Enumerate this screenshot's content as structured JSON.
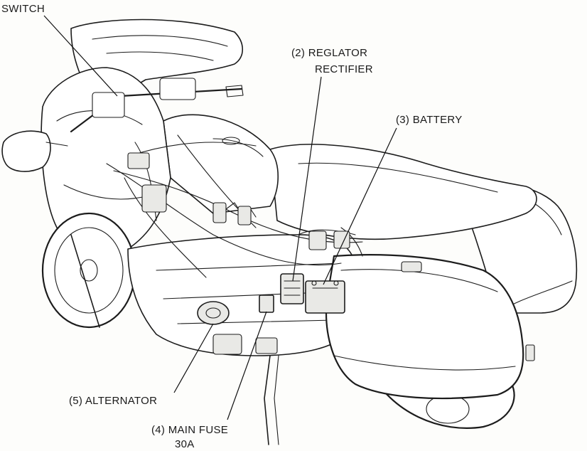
{
  "labels": {
    "switch": "SWITCH",
    "regulator_line1": "(2) REGLATOR",
    "regulator_line2": "RECTIFIER",
    "battery": "(3) BATTERY",
    "alternator": "(5) ALTERNATOR",
    "main_fuse_line1": "(4) MAIN FUSE",
    "main_fuse_line2": "30A"
  }
}
